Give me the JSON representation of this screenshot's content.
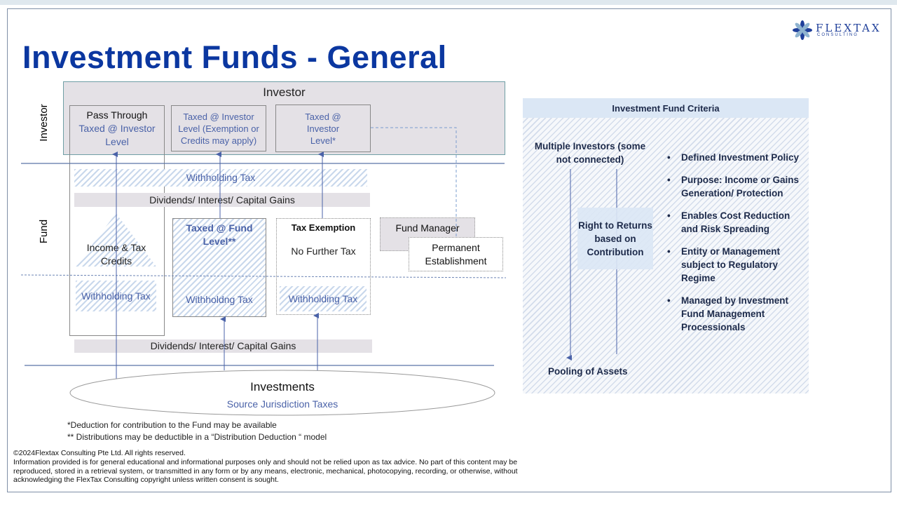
{
  "title": "Investment Funds - General",
  "logo": {
    "name": "FLEXTAX",
    "sub": "CONSULTING"
  },
  "diagram": {
    "investor_row_label": "Investor",
    "fund_row_label": "Fund",
    "investor_box": "Investor",
    "box_pass_through": {
      "title": "Pass Through",
      "sub": "Taxed @ Investor Level"
    },
    "box_exemption_credits": "Taxed @ Investor Level (Exemption or Credits may apply)",
    "box_investor_level_star": "Taxed @ Investor Level*",
    "withholding_tax_top": "Withholding Tax",
    "dividends_top": "Dividends/ Interest/ Capital Gains",
    "income_tax_credits": "Income & Tax Credits",
    "taxed_fund_level": "Taxed @ Fund Level**",
    "tax_exemption": "Tax Exemption",
    "no_further_tax": "No Further Tax",
    "fund_manager": "Fund Manager",
    "permanent_establishment": "Permanent Establishment",
    "withholding_1": "Withholding Tax",
    "withholding_2": "Withholdng Tax",
    "withholding_3": "Withholding Tax",
    "dividends_bottom": "Dividends/ Interest/ Capital Gains",
    "investments": "Investments",
    "source_taxes": "Source Jurisdiction Taxes"
  },
  "notes": [
    "*Deduction for contribution to the Fund may be available",
    "** Distributions may be deductible in a “Distribution Deduction “ model"
  ],
  "criteria": {
    "header": "Investment Fund Criteria",
    "multiple_investors": "Multiple Investors (some not connected)",
    "right_to_returns": "Right to Returns based on Contribution",
    "pooling": "Pooling of Assets",
    "bullets": [
      "Defined Investment Policy",
      "Purpose:  Income or Gains Generation/ Protection",
      "Enables Cost Reduction and Risk Spreading",
      "Entity or Management subject to Regulatory Regime",
      "Managed by Investment Fund Management Processionals"
    ]
  },
  "copyright": "©2024Flextax Consulting Pte Ltd. All rights reserved.",
  "disclaimer": "Information provided is for general educational and informational purposes only and should not be relied upon as tax advice. No part of this content may be reproduced, stored in a retrieval system, or transmitted in any form or by any means, electronic, mechanical, photocopying, recording, or otherwise, without acknowledging the FlexTax Consulting copyright unless written consent is sought.",
  "colors": {
    "title": "#0b37a0",
    "accent_blue": "#4a62a8",
    "panel_header": "#dbe7f5"
  }
}
